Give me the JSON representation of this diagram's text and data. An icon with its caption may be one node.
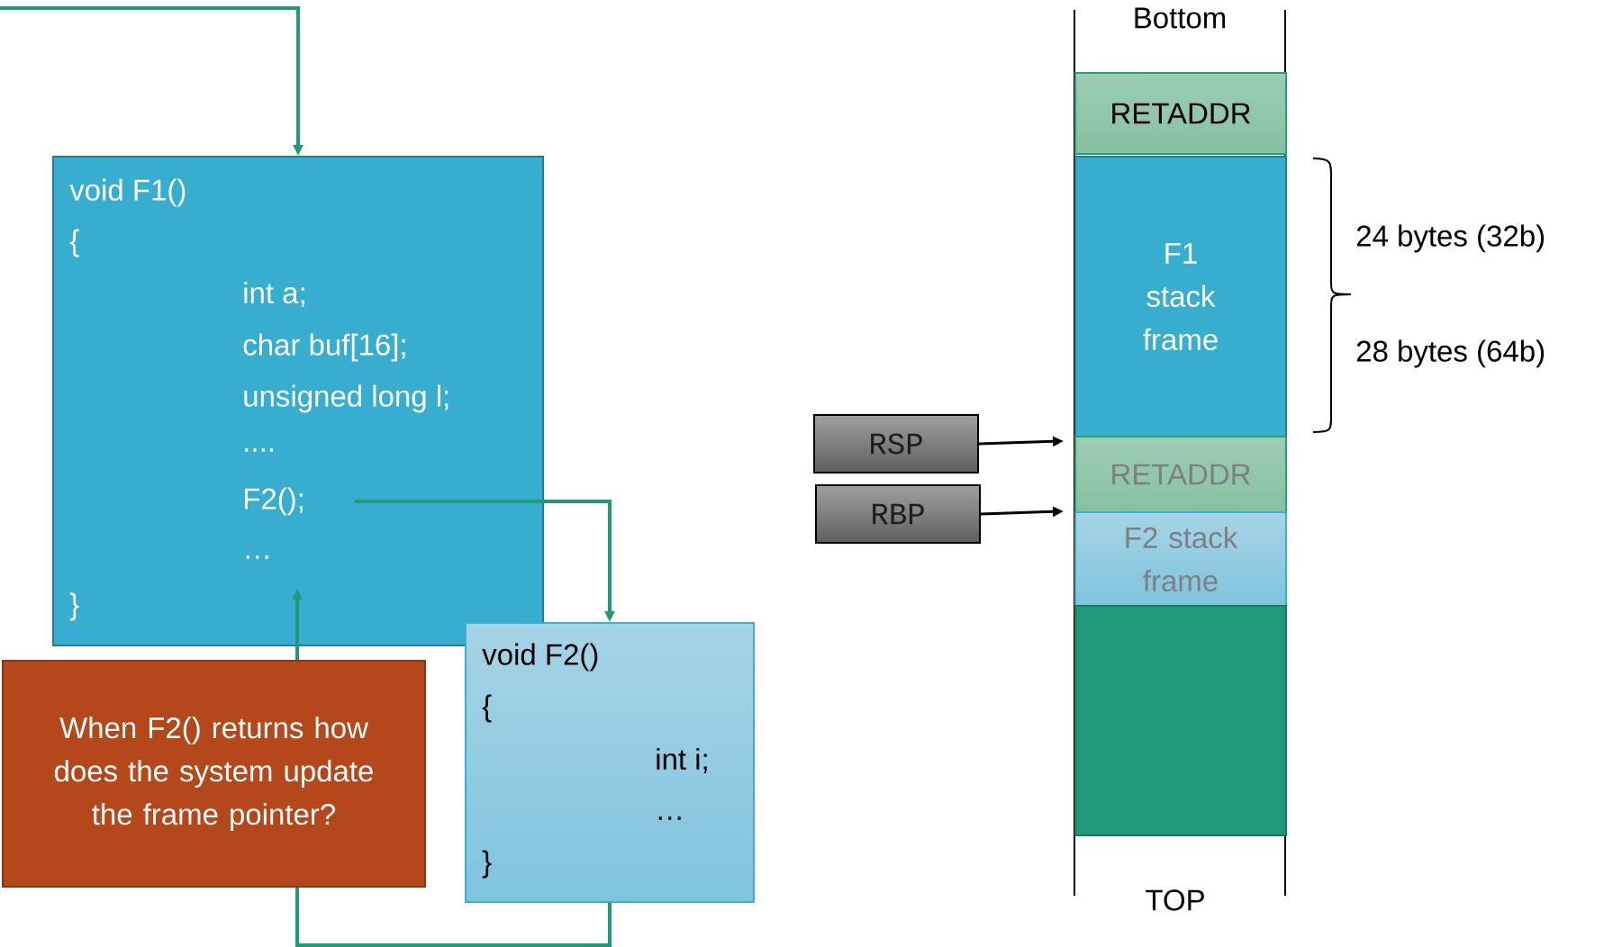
{
  "diagram": {
    "nodes": [
      {
        "text": [
          "void F1()",
          "{",
          "int a;",
          "char buf[16];",
          "unsigned long l;",
          "....",
          "F2();",
          "…",
          "}"
        ]
      },
      {
        "text": [
          "void F2()",
          "{",
          "int i;",
          "…",
          "}"
        ]
      },
      {
        "text": [
          "When F2() returns how does the system update the frame pointer?"
        ]
      },
      {
        "text": [
          "RETADDR"
        ]
      },
      {
        "text": [
          "F1 stack frame"
        ]
      },
      {
        "text": [
          "RETADDR"
        ]
      },
      {
        "text": [
          "F2 stack frame"
        ]
      },
      {
        "text": [],
        "shape": "box"
      },
      {
        "text": [
          "RSP"
        ]
      },
      {
        "text": [
          "RBP"
        ]
      }
    ],
    "edges": [
      {
        "from": null,
        "to": 0,
        "arrow": "to"
      },
      {
        "from": 0,
        "to": 1,
        "arrow": "to"
      },
      {
        "from": 2,
        "to": 0,
        "arrow": "to"
      },
      {
        "from": 1,
        "to": 2,
        "arrow": "none"
      },
      {
        "from": 8,
        "to": 5,
        "arrow": "to",
        "color": "#000000"
      },
      {
        "from": 9,
        "to": 6,
        "arrow": "to",
        "color": "#000000"
      }
    ],
    "labels": [
      "Bottom",
      "24 bytes (32b)",
      "28 bytes (64b)",
      "TOP"
    ]
  }
}
